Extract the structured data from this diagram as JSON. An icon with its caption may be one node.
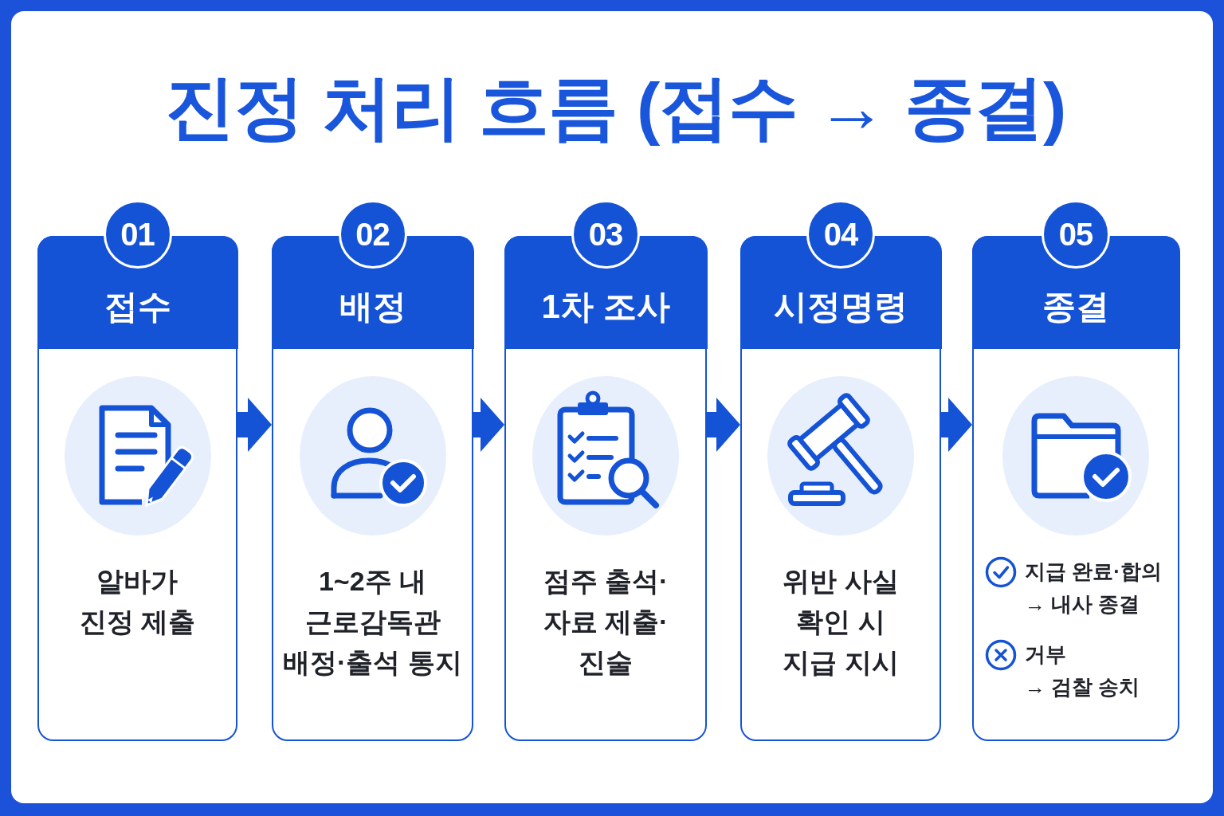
{
  "diagram": {
    "title": "진정 처리 흐름 (접수 → 종결)",
    "nodes": [
      {
        "text": [
          "01",
          "접수",
          "알바가 진정 제출"
        ]
      },
      {
        "text": [
          "02",
          "배정",
          "1~2주 내 근로감독관 배정·출석 통지"
        ]
      },
      {
        "text": [
          "03",
          "1차 조사",
          "점주 출석· 자료 제출· 진술"
        ]
      },
      {
        "text": [
          "04",
          "시정명령",
          "위반 사실 확인 시 지급 지시"
        ]
      },
      {
        "text": [
          "05",
          "종결",
          "지급 완료·합의 → 내사 종결",
          "거부 → 검찰 송치"
        ]
      }
    ],
    "edges": [
      {
        "from": 0,
        "to": 1,
        "arrow": "to"
      },
      {
        "from": 1,
        "to": 2,
        "arrow": "to"
      },
      {
        "from": 2,
        "to": 3,
        "arrow": "to"
      },
      {
        "from": 3,
        "to": 4,
        "arrow": "to"
      }
    ]
  }
}
